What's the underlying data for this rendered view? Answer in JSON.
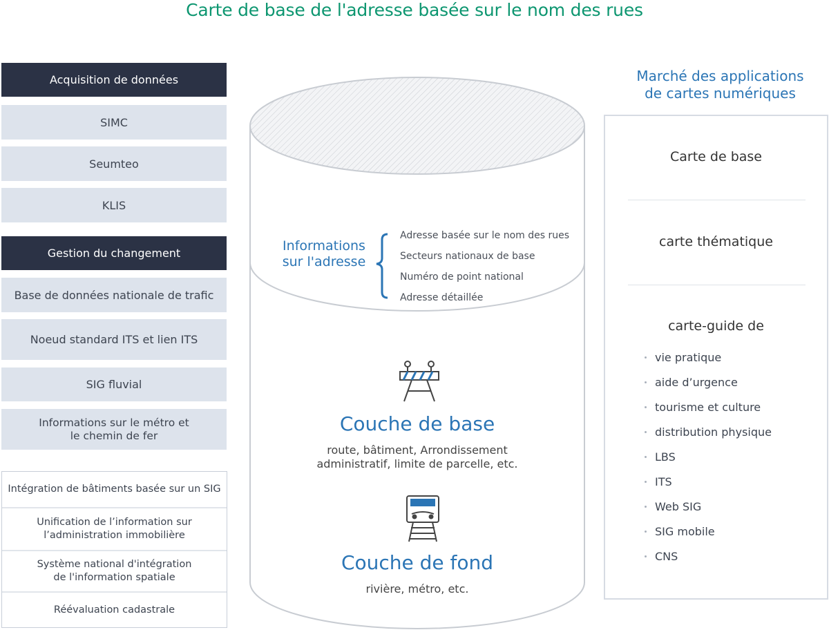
{
  "title": "Carte de base de l'adresse basée sur le nom des rues",
  "left": {
    "acquisition": {
      "header": "Acquisition de données",
      "items": [
        "SIMC",
        "Seumteo",
        "KLIS"
      ]
    },
    "change": {
      "header": "Gestion du changement",
      "items": [
        "Base de données nationale de trafic",
        "Noeud standard ITS et lien ITS",
        "SIG fluvial"
      ],
      "metro": [
        "Informations sur le métro et",
        "le chemin de fer"
      ]
    },
    "integration": {
      "row1": "Intégration de bâtiments basée sur un SIG",
      "row2": [
        "Unification de l’information sur",
        "l’administration immobilière"
      ],
      "row3": [
        "Système national d'intégration",
        "de l'information spatiale"
      ],
      "row4": "Réévaluation cadastrale"
    }
  },
  "center": {
    "info_title": [
      "Informations",
      "sur l'adresse"
    ],
    "info_items": [
      "Adresse basée sur le nom des rues",
      "Secteurs nationaux de base",
      "Numéro de point national",
      "Adresse détaillée"
    ],
    "base_layer": {
      "title": "Couche de base",
      "desc": [
        "route, bâtiment, Arrondissement",
        "administratif, limite de parcelle, etc."
      ],
      "icon": "road-barrier-icon"
    },
    "background_layer": {
      "title": "Couche de fond",
      "desc": "rivière, métro, etc.",
      "icon": "train-icon"
    }
  },
  "right": {
    "header": [
      "Marché des applications",
      "de cartes numériques"
    ],
    "items": [
      "Carte de base",
      "carte thématique",
      "carte-guide de"
    ],
    "guide_list": [
      "vie pratique",
      "aide d’urgence",
      "tourisme et culture",
      "distribution physique",
      "LBS",
      "ITS",
      "Web SIG",
      "SIG mobile",
      "CNS"
    ]
  },
  "colors": {
    "title": "#0d9670",
    "accent_blue": "#2b75b5",
    "dark_box": "#2b3245",
    "light_box": "#dde3ec"
  }
}
